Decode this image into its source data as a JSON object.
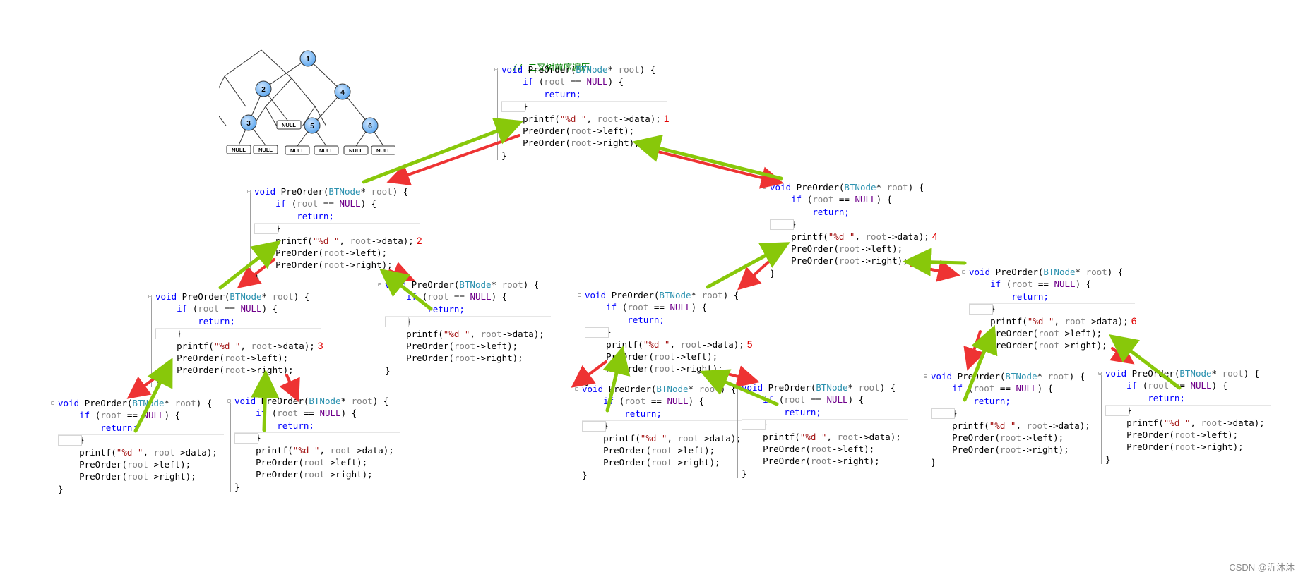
{
  "comment": "// 二叉树前序遍历",
  "code_lines": {
    "sig": [
      "void",
      "PreOrder",
      "(",
      "BTNode",
      "* ",
      "root",
      ") {"
    ],
    "if": [
      "if",
      " (",
      "root",
      " == ",
      "NULL",
      ") {"
    ],
    "ret": "return;",
    "close_brace": "}",
    "printf": [
      "printf(",
      "\"%d \"",
      ", ",
      "root",
      "->data);"
    ],
    "left": [
      "PreOrder(",
      "root",
      "->left);"
    ],
    "right": [
      "PreOrder(",
      "root",
      "->right);"
    ],
    "end": "}"
  },
  "steps": [
    "1",
    "2",
    "3",
    "4",
    "5",
    "6"
  ],
  "tree": {
    "nodes": [
      "1",
      "2",
      "4",
      "3",
      "5",
      "6"
    ],
    "null_label": "NULL"
  },
  "watermark": "CSDN @沂沐沐",
  "arrow_colors": {
    "call": "#ee3333",
    "return": "#88c80a"
  }
}
